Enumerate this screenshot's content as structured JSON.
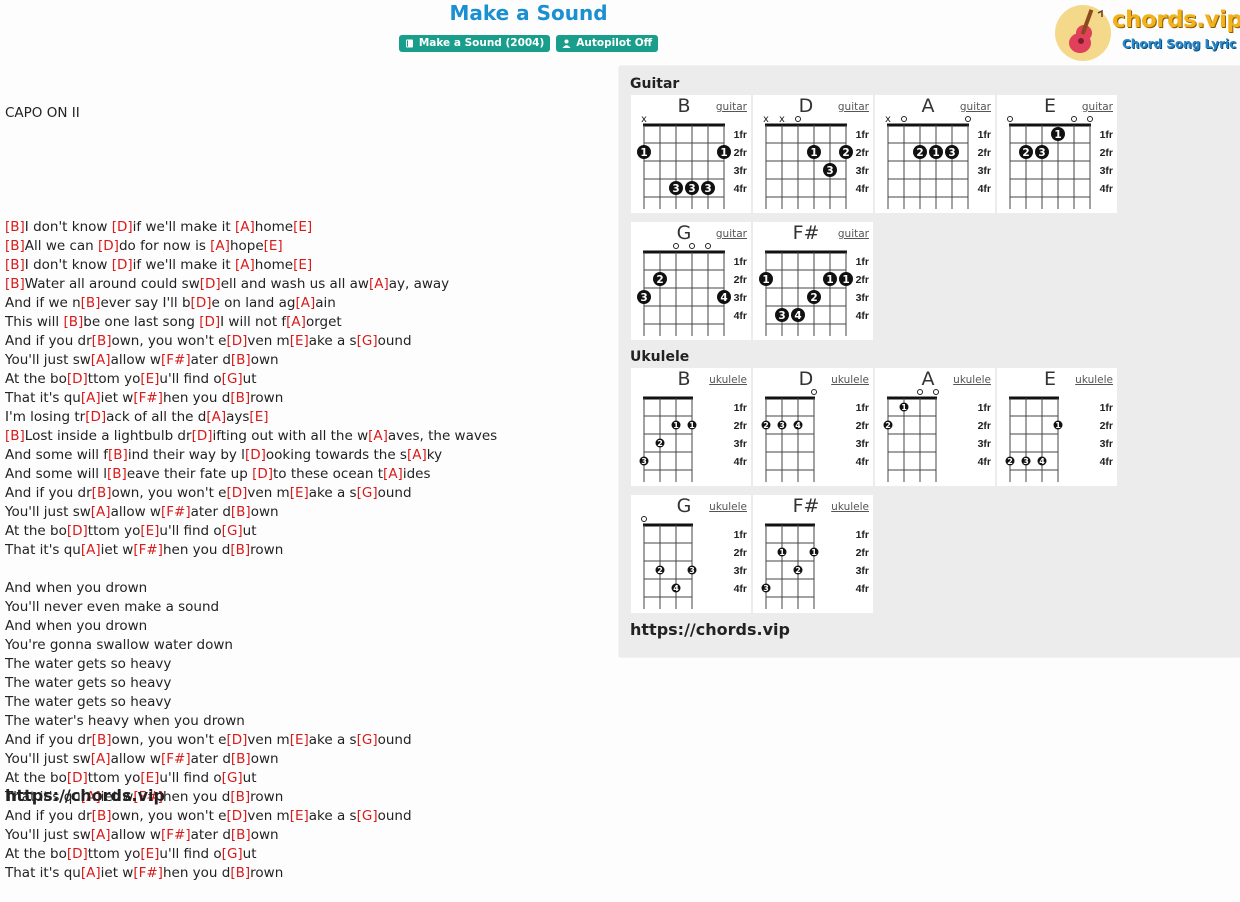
{
  "title": "Make a Sound",
  "badges": {
    "album": "Make a Sound (2004)",
    "autopilot": "Autopilot Off"
  },
  "logo": {
    "name": "chords.vip",
    "subtitle": "Chord Song Lyric"
  },
  "capo": "CAPO ON II",
  "lyrics": [
    [
      [
        "B",
        ""
      ],
      [
        "",
        "I don't know "
      ],
      [
        "D",
        ""
      ],
      [
        "",
        "if we'll make it "
      ],
      [
        "A",
        ""
      ],
      [
        "",
        "home"
      ],
      [
        "E",
        ""
      ]
    ],
    [
      [
        "B",
        ""
      ],
      [
        "",
        "All we can "
      ],
      [
        "D",
        ""
      ],
      [
        "",
        "do for now is "
      ],
      [
        "A",
        ""
      ],
      [
        "",
        "hope"
      ],
      [
        "E",
        ""
      ]
    ],
    [
      [
        "B",
        ""
      ],
      [
        "",
        "I don't know "
      ],
      [
        "D",
        ""
      ],
      [
        "",
        "if we'll make it "
      ],
      [
        "A",
        ""
      ],
      [
        "",
        "home"
      ],
      [
        "E",
        ""
      ]
    ],
    [
      [
        "B",
        ""
      ],
      [
        "",
        "Water all around could sw"
      ],
      [
        "D",
        ""
      ],
      [
        "",
        "ell and wash us all aw"
      ],
      [
        "A",
        ""
      ],
      [
        "",
        "ay, away"
      ]
    ],
    [
      [
        "",
        "And if we n"
      ],
      [
        "B",
        ""
      ],
      [
        "",
        "ever say I'll b"
      ],
      [
        "D",
        ""
      ],
      [
        "",
        "e on land ag"
      ],
      [
        "A",
        ""
      ],
      [
        "",
        "ain"
      ]
    ],
    [
      [
        "",
        "This will "
      ],
      [
        "B",
        ""
      ],
      [
        "",
        "be one last song "
      ],
      [
        "D",
        ""
      ],
      [
        "",
        "I will not f"
      ],
      [
        "A",
        ""
      ],
      [
        "",
        "orget"
      ]
    ],
    [
      [
        "",
        "And if you dr"
      ],
      [
        "B",
        ""
      ],
      [
        "",
        "own, you won't e"
      ],
      [
        "D",
        ""
      ],
      [
        "",
        "ven m"
      ],
      [
        "E",
        ""
      ],
      [
        "",
        "ake a s"
      ],
      [
        "G",
        ""
      ],
      [
        "",
        "ound"
      ]
    ],
    [
      [
        "",
        "You'll just sw"
      ],
      [
        "A",
        ""
      ],
      [
        "",
        "allow w"
      ],
      [
        "F#",
        ""
      ],
      [
        "",
        "ater d"
      ],
      [
        "B",
        ""
      ],
      [
        "",
        "own"
      ]
    ],
    [
      [
        "",
        "At the bo"
      ],
      [
        "D",
        ""
      ],
      [
        "",
        "ttom yo"
      ],
      [
        "E",
        ""
      ],
      [
        "",
        "u'll find o"
      ],
      [
        "G",
        ""
      ],
      [
        "",
        "ut"
      ]
    ],
    [
      [
        "",
        "That it's qu"
      ],
      [
        "A",
        ""
      ],
      [
        "",
        "iet w"
      ],
      [
        "F#",
        ""
      ],
      [
        "",
        "hen you d"
      ],
      [
        "B",
        ""
      ],
      [
        "",
        "rown"
      ]
    ],
    [
      [
        "",
        "I'm losing tr"
      ],
      [
        "D",
        ""
      ],
      [
        "",
        "ack of all the d"
      ],
      [
        "A",
        ""
      ],
      [
        "",
        "ays"
      ],
      [
        "E",
        ""
      ]
    ],
    [
      [
        "B",
        ""
      ],
      [
        "",
        "Lost inside a lightbulb dr"
      ],
      [
        "D",
        ""
      ],
      [
        "",
        "ifting out with all the w"
      ],
      [
        "A",
        ""
      ],
      [
        "",
        "aves, the waves"
      ]
    ],
    [
      [
        "",
        "And some will f"
      ],
      [
        "B",
        ""
      ],
      [
        "",
        "ind their way by l"
      ],
      [
        "D",
        ""
      ],
      [
        "",
        "ooking towards the s"
      ],
      [
        "A",
        ""
      ],
      [
        "",
        "ky"
      ]
    ],
    [
      [
        "",
        "And some will l"
      ],
      [
        "B",
        ""
      ],
      [
        "",
        "eave their fate up "
      ],
      [
        "D",
        ""
      ],
      [
        "",
        "to these ocean t"
      ],
      [
        "A",
        ""
      ],
      [
        "",
        "ides"
      ]
    ],
    [
      [
        "",
        "And if you dr"
      ],
      [
        "B",
        ""
      ],
      [
        "",
        "own, you won't e"
      ],
      [
        "D",
        ""
      ],
      [
        "",
        "ven m"
      ],
      [
        "E",
        ""
      ],
      [
        "",
        "ake a s"
      ],
      [
        "G",
        ""
      ],
      [
        "",
        "ound"
      ]
    ],
    [
      [
        "",
        "You'll just sw"
      ],
      [
        "A",
        ""
      ],
      [
        "",
        "allow w"
      ],
      [
        "F#",
        ""
      ],
      [
        "",
        "ater d"
      ],
      [
        "B",
        ""
      ],
      [
        "",
        "own"
      ]
    ],
    [
      [
        "",
        "At the bo"
      ],
      [
        "D",
        ""
      ],
      [
        "",
        "ttom yo"
      ],
      [
        "E",
        ""
      ],
      [
        "",
        "u'll find o"
      ],
      [
        "G",
        ""
      ],
      [
        "",
        "ut"
      ]
    ],
    [
      [
        "",
        "That it's qu"
      ],
      [
        "A",
        ""
      ],
      [
        "",
        "iet w"
      ],
      [
        "F#",
        ""
      ],
      [
        "",
        "hen you d"
      ],
      [
        "B",
        ""
      ],
      [
        "",
        "rown"
      ]
    ],
    [],
    [
      [
        "",
        "And when you drown"
      ]
    ],
    [
      [
        "",
        "You'll never even make a sound"
      ]
    ],
    [
      [
        "",
        "And when you drown"
      ]
    ],
    [
      [
        "",
        "You're gonna swallow water down"
      ]
    ],
    [
      [
        "",
        "The water gets so heavy"
      ]
    ],
    [
      [
        "",
        "The water gets so heavy"
      ]
    ],
    [
      [
        "",
        "The water gets so heavy"
      ]
    ],
    [
      [
        "",
        "The water's heavy when you drown"
      ]
    ],
    [
      [
        "",
        "And if you dr"
      ],
      [
        "B",
        ""
      ],
      [
        "",
        "own, you won't e"
      ],
      [
        "D",
        ""
      ],
      [
        "",
        "ven m"
      ],
      [
        "E",
        ""
      ],
      [
        "",
        "ake a s"
      ],
      [
        "G",
        ""
      ],
      [
        "",
        "ound"
      ]
    ],
    [
      [
        "",
        "You'll just sw"
      ],
      [
        "A",
        ""
      ],
      [
        "",
        "allow w"
      ],
      [
        "F#",
        ""
      ],
      [
        "",
        "ater d"
      ],
      [
        "B",
        ""
      ],
      [
        "",
        "own"
      ]
    ],
    [
      [
        "",
        "At the bo"
      ],
      [
        "D",
        ""
      ],
      [
        "",
        "ttom yo"
      ],
      [
        "E",
        ""
      ],
      [
        "",
        "u'll find o"
      ],
      [
        "G",
        ""
      ],
      [
        "",
        "ut"
      ]
    ],
    [
      [
        "",
        "That it's qu"
      ],
      [
        "A",
        ""
      ],
      [
        "",
        "iet w"
      ],
      [
        "F#",
        ""
      ],
      [
        "",
        "hen you d"
      ],
      [
        "B",
        ""
      ],
      [
        "",
        "rown"
      ]
    ],
    [
      [
        "",
        "And if you dr"
      ],
      [
        "B",
        ""
      ],
      [
        "",
        "own, you won't e"
      ],
      [
        "D",
        ""
      ],
      [
        "",
        "ven m"
      ],
      [
        "E",
        ""
      ],
      [
        "",
        "ake a s"
      ],
      [
        "G",
        ""
      ],
      [
        "",
        "ound"
      ]
    ],
    [
      [
        "",
        "You'll just sw"
      ],
      [
        "A",
        ""
      ],
      [
        "",
        "allow w"
      ],
      [
        "F#",
        ""
      ],
      [
        "",
        "ater d"
      ],
      [
        "B",
        ""
      ],
      [
        "",
        "own"
      ]
    ],
    [
      [
        "",
        "At the bo"
      ],
      [
        "D",
        ""
      ],
      [
        "",
        "ttom yo"
      ],
      [
        "E",
        ""
      ],
      [
        "",
        "u'll find o"
      ],
      [
        "G",
        ""
      ],
      [
        "",
        "ut"
      ]
    ],
    [
      [
        "",
        "That it's qu"
      ],
      [
        "A",
        ""
      ],
      [
        "",
        "iet w"
      ],
      [
        "F#",
        ""
      ],
      [
        "",
        "hen you d"
      ],
      [
        "B",
        ""
      ],
      [
        "",
        "rown"
      ]
    ]
  ],
  "site_url": "https://chords.vip",
  "panel": {
    "guitar_title": "Guitar",
    "ukulele_title": "Ukulele",
    "site_url": "https://chords.vip",
    "fret_labels": [
      "1fr",
      "2fr",
      "3fr",
      "4fr"
    ],
    "guitar": [
      {
        "name": "B",
        "link": "guitar",
        "top": [
          "x",
          "",
          "",
          "",
          "",
          ""
        ],
        "dots": [
          [
            1,
            2,
            1
          ],
          [
            6,
            2,
            1
          ],
          [
            3,
            4,
            3
          ],
          [
            4,
            4,
            3
          ],
          [
            5,
            4,
            3
          ]
        ]
      },
      {
        "name": "D",
        "link": "guitar",
        "top": [
          "x",
          "x",
          "o",
          "",
          "",
          ""
        ],
        "dots": [
          [
            4,
            2,
            1
          ],
          [
            6,
            2,
            2
          ],
          [
            5,
            3,
            3
          ]
        ]
      },
      {
        "name": "A",
        "link": "guitar",
        "top": [
          "x",
          "o",
          "",
          "",
          "",
          "o"
        ],
        "dots": [
          [
            3,
            2,
            2
          ],
          [
            4,
            2,
            1
          ],
          [
            5,
            2,
            3
          ]
        ]
      },
      {
        "name": "E",
        "link": "guitar",
        "top": [
          "o",
          "",
          "",
          "",
          "o",
          "o"
        ],
        "dots": [
          [
            4,
            1,
            1
          ],
          [
            2,
            2,
            2
          ],
          [
            3,
            2,
            3
          ]
        ]
      },
      {
        "name": "G",
        "link": "guitar",
        "top": [
          "",
          "",
          "o",
          "o",
          "o",
          ""
        ],
        "dots": [
          [
            2,
            2,
            2
          ],
          [
            1,
            3,
            3
          ],
          [
            6,
            3,
            4
          ]
        ]
      },
      {
        "name": "F#",
        "link": "guitar",
        "top": [
          "",
          "",
          "",
          "",
          "",
          ""
        ],
        "dots": [
          [
            1,
            2,
            1
          ],
          [
            5,
            2,
            1
          ],
          [
            6,
            2,
            1
          ],
          [
            4,
            3,
            2
          ],
          [
            2,
            4,
            3
          ],
          [
            3,
            4,
            4
          ]
        ]
      }
    ],
    "ukulele": [
      {
        "name": "B",
        "link": "ukulele",
        "top": [
          "",
          "",
          "",
          ""
        ],
        "dots": [
          [
            3,
            2,
            1
          ],
          [
            4,
            2,
            1
          ],
          [
            2,
            3,
            2
          ],
          [
            1,
            4,
            3
          ]
        ]
      },
      {
        "name": "D",
        "link": "ukulele",
        "top": [
          "",
          "",
          "",
          "o"
        ],
        "dots": [
          [
            1,
            2,
            2
          ],
          [
            2,
            2,
            3
          ],
          [
            3,
            2,
            4
          ]
        ]
      },
      {
        "name": "A",
        "link": "ukulele",
        "top": [
          "",
          "",
          "o",
          "o"
        ],
        "dots": [
          [
            2,
            1,
            1
          ],
          [
            1,
            2,
            2
          ]
        ]
      },
      {
        "name": "E",
        "link": "ukulele",
        "top": [
          "",
          "",
          "",
          ""
        ],
        "dots": [
          [
            4,
            2,
            1
          ],
          [
            1,
            4,
            2
          ],
          [
            2,
            4,
            3
          ],
          [
            3,
            4,
            4
          ]
        ]
      },
      {
        "name": "G",
        "link": "ukulele",
        "top": [
          "o",
          "",
          "",
          ""
        ],
        "dots": [
          [
            2,
            3,
            2
          ],
          [
            4,
            3,
            3
          ],
          [
            3,
            4,
            4
          ]
        ]
      },
      {
        "name": "F#",
        "link": "ukulele",
        "top": [
          "",
          "",
          "",
          ""
        ],
        "dots": [
          [
            2,
            2,
            1
          ],
          [
            4,
            2,
            1
          ],
          [
            3,
            3,
            2
          ],
          [
            1,
            4,
            3
          ]
        ]
      }
    ]
  }
}
